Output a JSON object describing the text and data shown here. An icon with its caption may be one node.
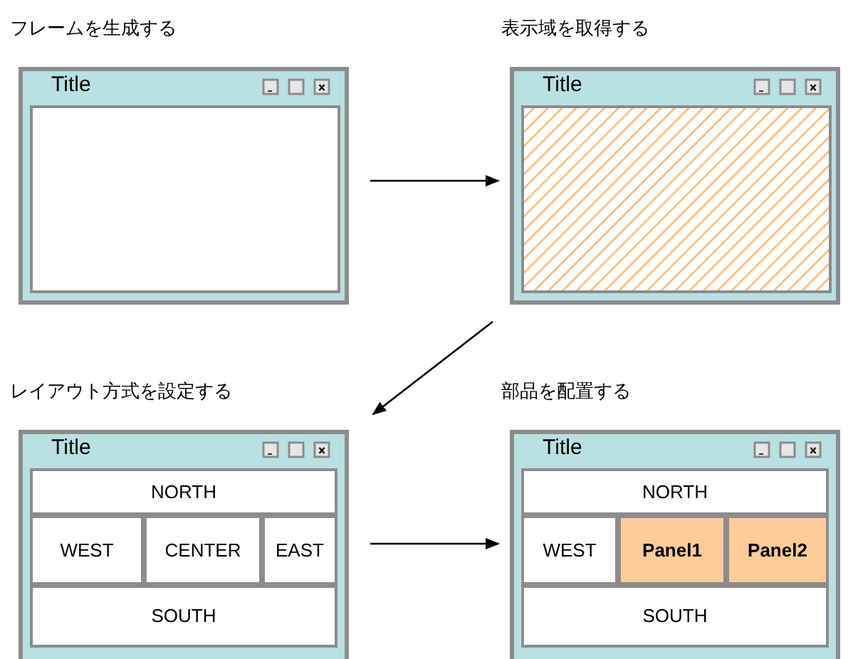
{
  "diagram": {
    "nodes": [
      {
        "text": [
          "フレームを生成する",
          "Title"
        ]
      },
      {
        "text": [
          "表示域を取得する",
          "Title"
        ]
      },
      {
        "text": [
          "レイアウト方式を設定する",
          "Title"
        ]
      },
      {
        "text": [
          "NORTH"
        ],
        "in": 2
      },
      {
        "text": [
          "WEST"
        ],
        "in": 2
      },
      {
        "text": [
          "CENTER"
        ],
        "in": 2
      },
      {
        "text": [
          "EAST"
        ],
        "in": 2
      },
      {
        "text": [
          "SOUTH"
        ],
        "in": 2
      },
      {
        "text": [
          "部品を配置する",
          "Title"
        ]
      },
      {
        "text": [
          "NORTH"
        ],
        "in": 8
      },
      {
        "text": [
          "WEST"
        ],
        "in": 8
      },
      {
        "text": [
          "Panel1"
        ],
        "in": 8
      },
      {
        "text": [
          "Panel2"
        ],
        "in": 8
      },
      {
        "text": [
          "SOUTH"
        ],
        "in": 8
      }
    ],
    "edges": [
      {
        "from": 0,
        "to": 1,
        "arrow": "to"
      },
      {
        "from": 1,
        "to": 2,
        "arrow": "to"
      },
      {
        "from": 2,
        "to": 8,
        "arrow": "to"
      }
    ]
  }
}
